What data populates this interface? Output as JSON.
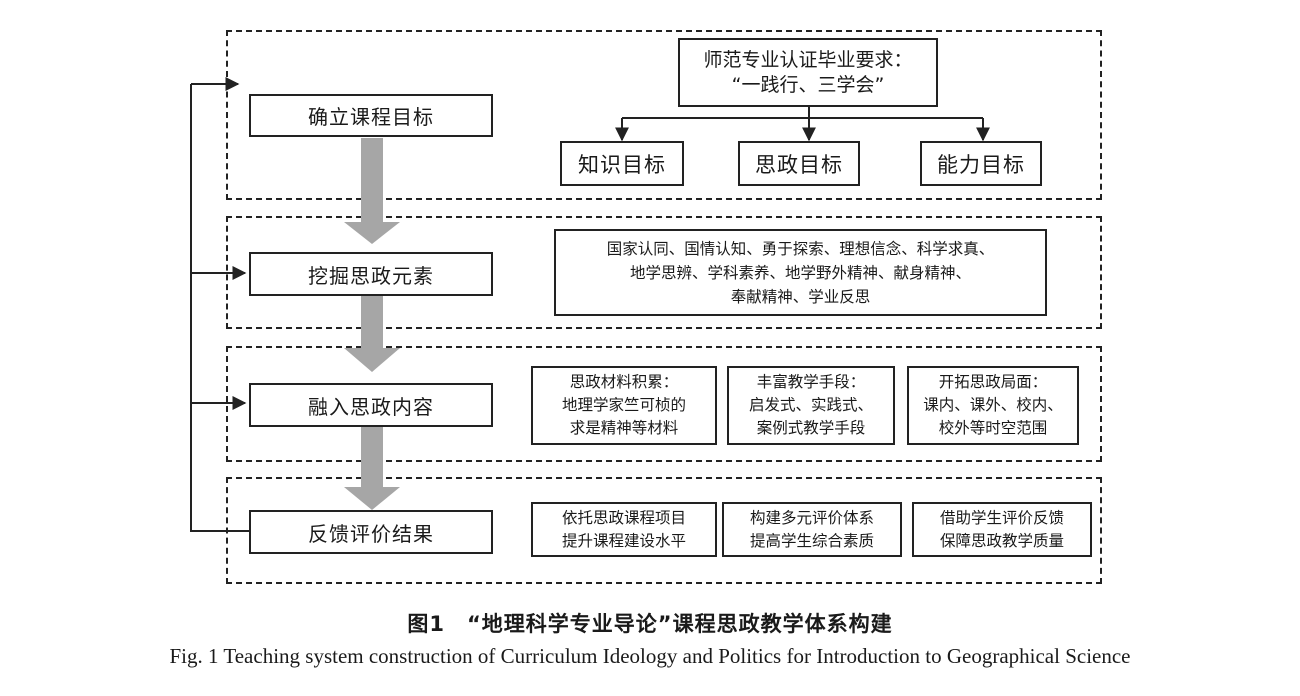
{
  "stages": [
    {
      "label": "确立课程目标"
    },
    {
      "label": "挖掘思政元素"
    },
    {
      "label": "融入思政内容"
    },
    {
      "label": "反馈评价结果"
    }
  ],
  "requirement": {
    "line1": "师范专业认证毕业要求：",
    "line2": "“一践行、三学会”"
  },
  "goals": [
    "知识目标",
    "思政目标",
    "能力目标"
  ],
  "elements": {
    "line1": "国家认同、国情认知、勇于探索、理想信念、科学求真、",
    "line2": "地学思辨、学科素养、地学野外精神、献身精神、",
    "line3": "奉献精神、学业反思"
  },
  "content_boxes": [
    {
      "lines": [
        "思政材料积累：",
        "地理学家竺可桢的",
        "求是精神等材料"
      ]
    },
    {
      "lines": [
        "丰富教学手段：",
        "启发式、实践式、",
        "案例式教学手段"
      ]
    },
    {
      "lines": [
        "开拓思政局面：",
        "课内、课外、校内、",
        "校外等时空范围"
      ]
    }
  ],
  "feedback_boxes": [
    {
      "lines": [
        "依托思政课程项目",
        "提升课程建设水平"
      ]
    },
    {
      "lines": [
        "构建多元评价体系",
        "提高学生综合素质"
      ]
    },
    {
      "lines": [
        "借助学生评价反馈",
        "保障思政教学质量"
      ]
    }
  ],
  "caption": {
    "cn": "图1　“地理科学专业导论”课程思政教学体系构建",
    "en": "Fig. 1   Teaching system construction of Curriculum Ideology and Politics for Introduction to Geographical Science"
  }
}
